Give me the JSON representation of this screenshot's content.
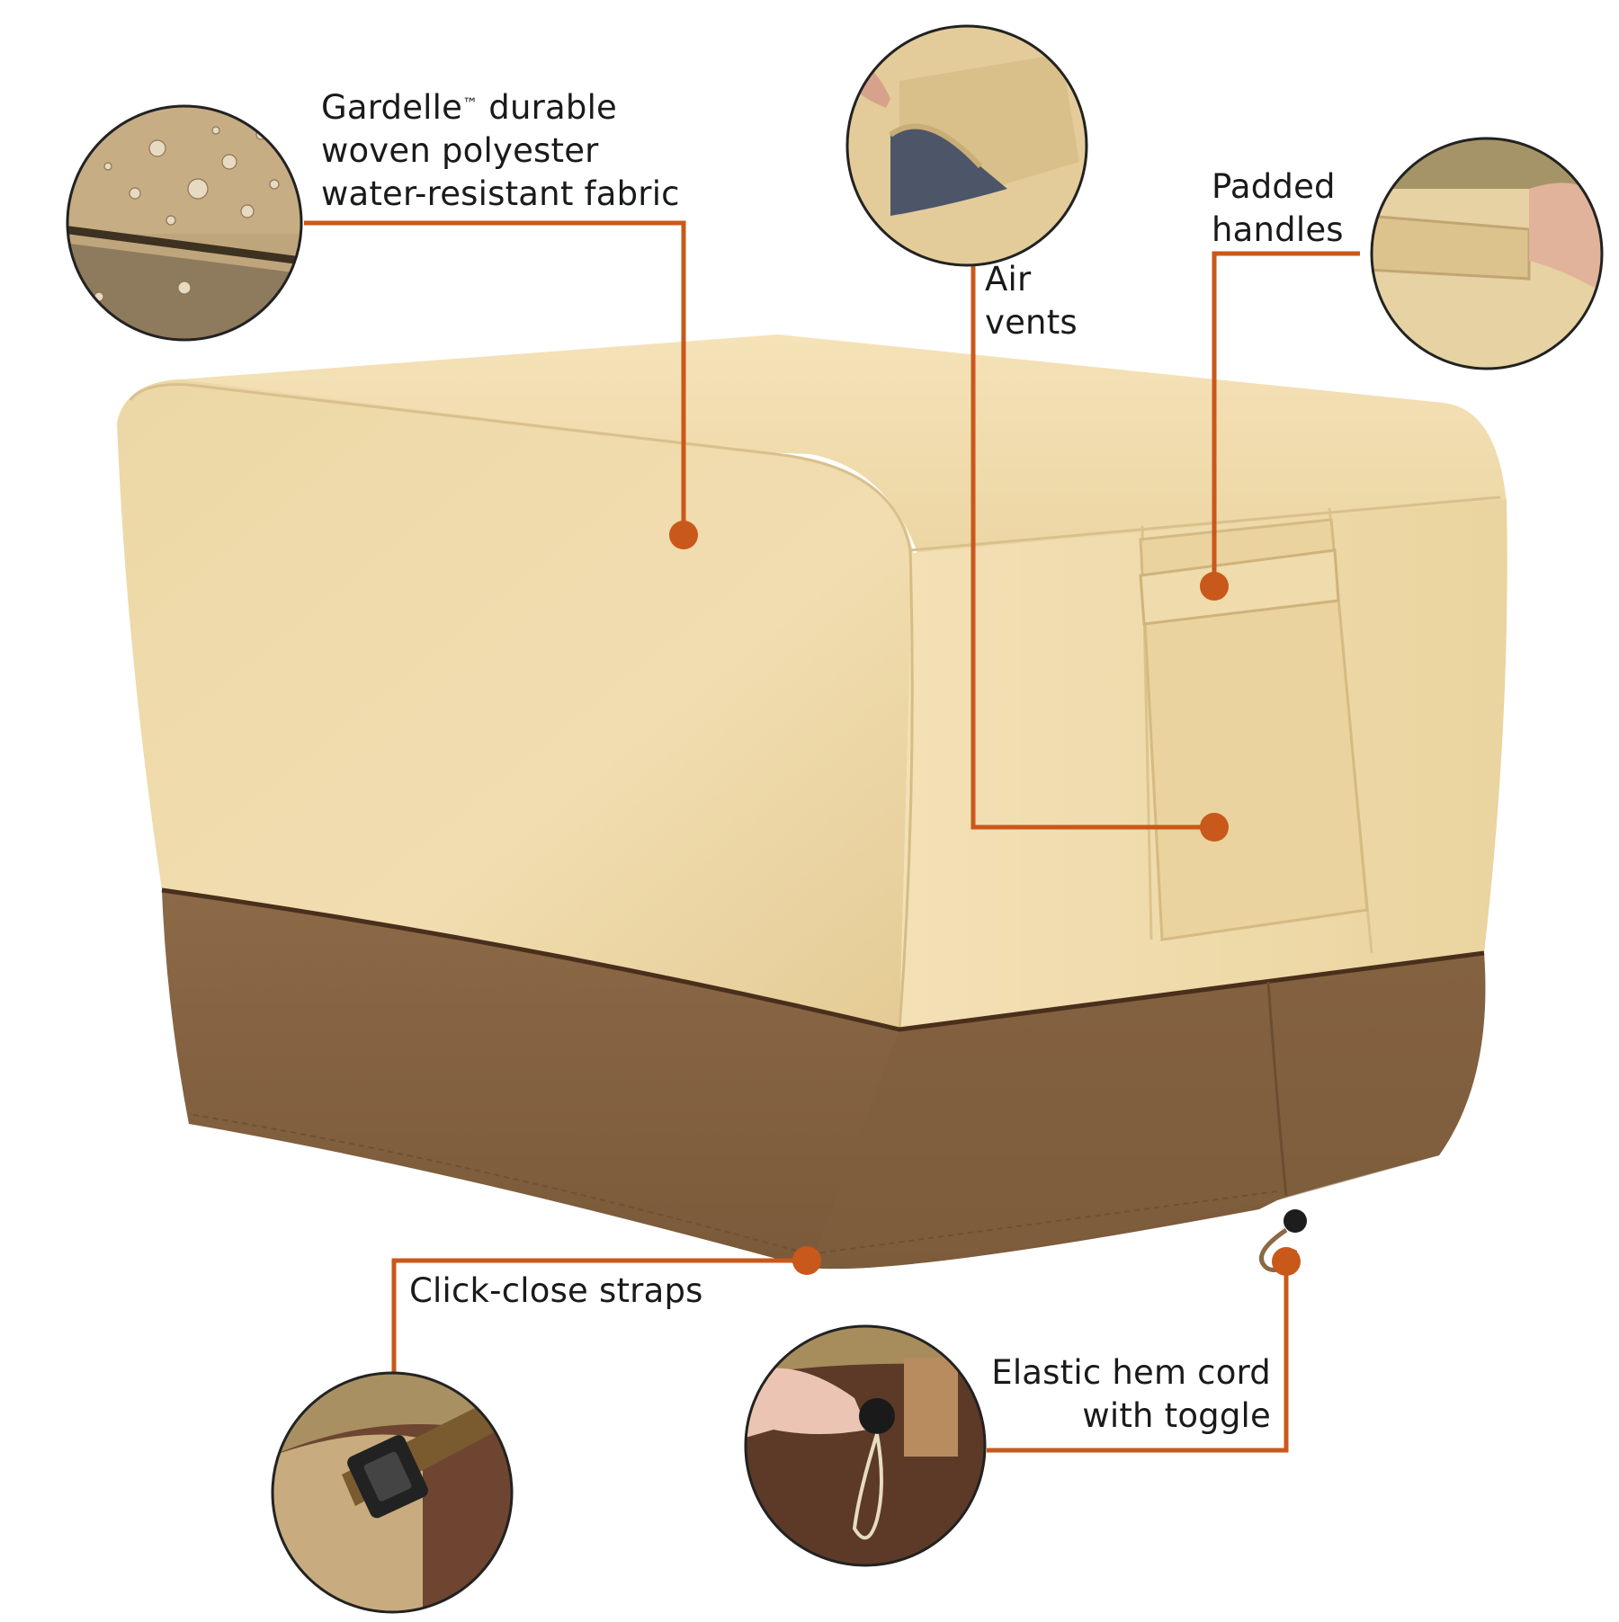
{
  "colors": {
    "accent_orange": "#c9581b",
    "cover_beige": "#ecd8a8",
    "cover_beige_shadow": "#dfc58f",
    "cover_brown": "#8a6845",
    "piping_dark": "#4a2f1c",
    "circle_border": "#222222"
  },
  "callouts": {
    "fabric": {
      "brand": "Gardelle",
      "trademark": "™",
      "line1_rest": " durable",
      "line2": "woven polyester",
      "line3": "water-resistant fabric",
      "icon": "water-droplets-fabric-icon"
    },
    "air_vents": {
      "line1": "Air",
      "line2": "vents",
      "icon": "air-vent-closeup-icon"
    },
    "padded_handles": {
      "line1": "Padded",
      "line2": "handles",
      "icon": "hand-pulling-handle-icon"
    },
    "click_close_straps": {
      "line1": "Click-close straps",
      "icon": "buckle-strap-icon"
    },
    "elastic_hem_cord": {
      "line1": "Elastic hem cord",
      "line2": "with toggle",
      "icon": "cord-toggle-icon"
    }
  }
}
